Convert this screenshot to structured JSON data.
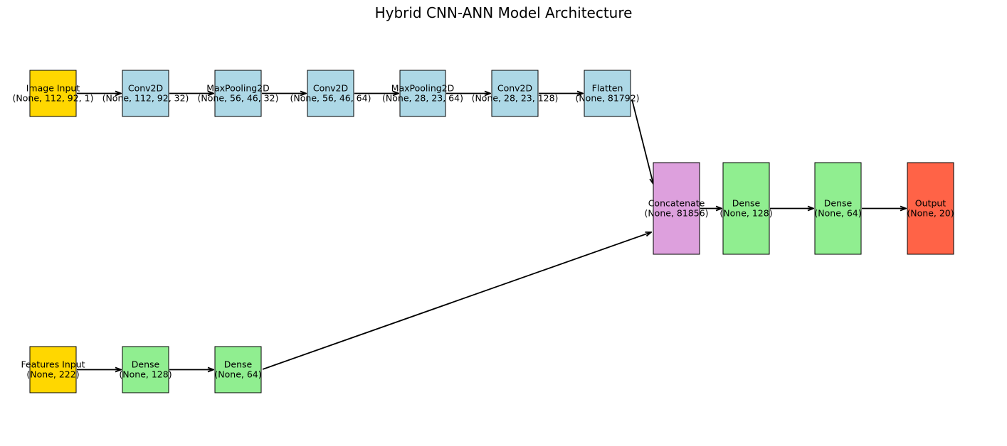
{
  "title": "Hybrid CNN-ANN Model Architecture",
  "colors": {
    "input": "#FFD700",
    "conv": "#ADD8E6",
    "dense": "#90EE90",
    "concat": "#DDA0DD",
    "output": "#FF6347",
    "stroke": "#000000"
  },
  "nodes": [
    {
      "id": "image-input",
      "name": "Image Input",
      "shape": "(None, 112, 92, 1)",
      "kind": "input"
    },
    {
      "id": "conv2d-1",
      "name": "Conv2D",
      "shape": "(None, 112, 92, 32)",
      "kind": "conv"
    },
    {
      "id": "maxpool-1",
      "name": "MaxPooling2D",
      "shape": "(None, 56, 46, 32)",
      "kind": "conv"
    },
    {
      "id": "conv2d-2",
      "name": "Conv2D",
      "shape": "(None, 56, 46, 64)",
      "kind": "conv"
    },
    {
      "id": "maxpool-2",
      "name": "MaxPooling2D",
      "shape": "(None, 28, 23, 64)",
      "kind": "conv"
    },
    {
      "id": "conv2d-3",
      "name": "Conv2D",
      "shape": "(None, 28, 23, 128)",
      "kind": "conv"
    },
    {
      "id": "flatten",
      "name": "Flatten",
      "shape": "(None, 81792)",
      "kind": "conv"
    },
    {
      "id": "features-input",
      "name": "Features Input",
      "shape": "(None, 222)",
      "kind": "input"
    },
    {
      "id": "features-dense-1",
      "name": "Dense",
      "shape": "(None, 128)",
      "kind": "dense"
    },
    {
      "id": "features-dense-2",
      "name": "Dense",
      "shape": "(None, 64)",
      "kind": "dense"
    },
    {
      "id": "concatenate",
      "name": "Concatenate",
      "shape": "(None, 81856)",
      "kind": "concat"
    },
    {
      "id": "head-dense-1",
      "name": "Dense",
      "shape": "(None, 128)",
      "kind": "dense"
    },
    {
      "id": "head-dense-2",
      "name": "Dense",
      "shape": "(None, 64)",
      "kind": "dense"
    },
    {
      "id": "output",
      "name": "Output",
      "shape": "(None, 20)",
      "kind": "output"
    }
  ],
  "edges": [
    [
      "image-input",
      "conv2d-1"
    ],
    [
      "conv2d-1",
      "maxpool-1"
    ],
    [
      "maxpool-1",
      "conv2d-2"
    ],
    [
      "conv2d-2",
      "maxpool-2"
    ],
    [
      "maxpool-2",
      "conv2d-3"
    ],
    [
      "conv2d-3",
      "flatten"
    ],
    [
      "flatten",
      "concatenate"
    ],
    [
      "features-input",
      "features-dense-1"
    ],
    [
      "features-dense-1",
      "features-dense-2"
    ],
    [
      "features-dense-2",
      "concatenate"
    ],
    [
      "concatenate",
      "head-dense-1"
    ],
    [
      "head-dense-1",
      "head-dense-2"
    ],
    [
      "head-dense-2",
      "output"
    ]
  ]
}
